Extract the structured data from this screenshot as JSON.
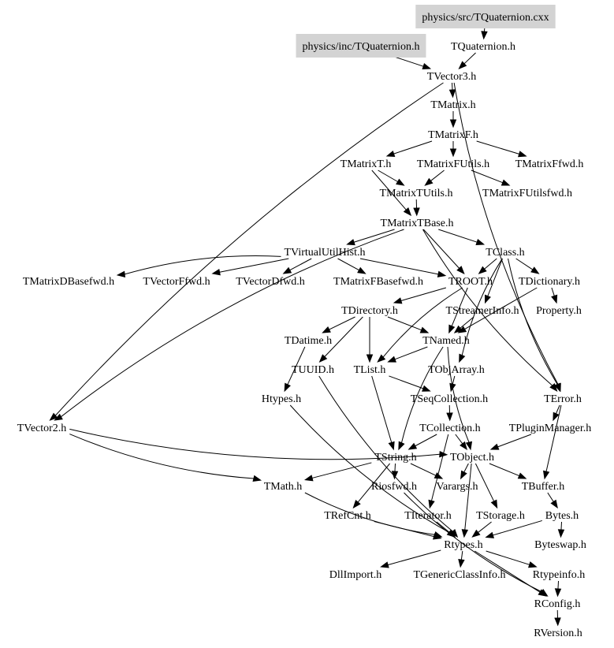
{
  "title": "physics/src/TQuaternion.cxx include dependency graph",
  "colors": {
    "highlight_box": "#d3d3d3",
    "line": "#000000",
    "background": "#ffffff"
  },
  "nodes": [
    {
      "id": "qcxx",
      "label": "physics/src/TQuaternion.cxx",
      "highlighted": true
    },
    {
      "id": "qinc",
      "label": "physics/inc/TQuaternion.h",
      "highlighted": true
    },
    {
      "id": "qh",
      "label": "TQuaternion.h"
    },
    {
      "id": "v3",
      "label": "TVector3.h"
    },
    {
      "id": "mat",
      "label": "TMatrix.h"
    },
    {
      "id": "matf",
      "label": "TMatrixF.h"
    },
    {
      "id": "matt",
      "label": "TMatrixT.h"
    },
    {
      "id": "matfu",
      "label": "TMatrixFUtils.h"
    },
    {
      "id": "matffwd",
      "label": "TMatrixFfwd.h"
    },
    {
      "id": "mattu",
      "label": "TMatrixTUtils.h"
    },
    {
      "id": "matfufwd",
      "label": "TMatrixFUtilsfwd.h"
    },
    {
      "id": "mattb",
      "label": "TMatrixTBase.h"
    },
    {
      "id": "vuh",
      "label": "TVirtualUtilHist.h"
    },
    {
      "id": "tclass",
      "label": "TClass.h"
    },
    {
      "id": "mdbf",
      "label": "TMatrixDBasefwd.h"
    },
    {
      "id": "vff",
      "label": "TVectorFfwd.h"
    },
    {
      "id": "vdf",
      "label": "TVectorDfwd.h"
    },
    {
      "id": "mfbf",
      "label": "TMatrixFBasefwd.h"
    },
    {
      "id": "troot",
      "label": "TROOT.h"
    },
    {
      "id": "tdict",
      "label": "TDictionary.h"
    },
    {
      "id": "tdir",
      "label": "TDirectory.h"
    },
    {
      "id": "tsi",
      "label": "TStreamerInfo.h"
    },
    {
      "id": "prop",
      "label": "Property.h"
    },
    {
      "id": "tdat",
      "label": "TDatime.h"
    },
    {
      "id": "tnamed",
      "label": "TNamed.h"
    },
    {
      "id": "tuuid",
      "label": "TUUID.h"
    },
    {
      "id": "tlist",
      "label": "TList.h"
    },
    {
      "id": "toa",
      "label": "TObjArray.h"
    },
    {
      "id": "htypes",
      "label": "Htypes.h"
    },
    {
      "id": "tseq",
      "label": "TSeqCollection.h"
    },
    {
      "id": "terr",
      "label": "TError.h"
    },
    {
      "id": "v2",
      "label": "TVector2.h"
    },
    {
      "id": "tcoll",
      "label": "TCollection.h"
    },
    {
      "id": "tpm",
      "label": "TPluginManager.h"
    },
    {
      "id": "tstr",
      "label": "TString.h"
    },
    {
      "id": "tobj",
      "label": "TObject.h"
    },
    {
      "id": "tmath",
      "label": "TMath.h"
    },
    {
      "id": "rios",
      "label": "Riosfwd.h"
    },
    {
      "id": "varg",
      "label": "Varargs.h"
    },
    {
      "id": "tbuf",
      "label": "TBuffer.h"
    },
    {
      "id": "trc",
      "label": "TRefCnt.h"
    },
    {
      "id": "titer",
      "label": "TIterator.h"
    },
    {
      "id": "tstor",
      "label": "TStorage.h"
    },
    {
      "id": "bytes",
      "label": "Bytes.h"
    },
    {
      "id": "rtypes",
      "label": "Rtypes.h"
    },
    {
      "id": "bswap",
      "label": "Byteswap.h"
    },
    {
      "id": "dll",
      "label": "DllImport.h"
    },
    {
      "id": "tgci",
      "label": "TGenericClassInfo.h"
    },
    {
      "id": "rti",
      "label": "Rtypeinfo.h"
    },
    {
      "id": "rconf",
      "label": "RConfig.h"
    },
    {
      "id": "rver",
      "label": "RVersion.h"
    }
  ],
  "edges": [
    [
      "qcxx",
      "qh"
    ],
    [
      "qinc",
      "v3"
    ],
    [
      "qh",
      "v3"
    ],
    [
      "v3",
      "mat"
    ],
    [
      "v3",
      "v2"
    ],
    [
      "v3",
      "terr"
    ],
    [
      "mat",
      "matf"
    ],
    [
      "matf",
      "matt"
    ],
    [
      "matf",
      "matfu"
    ],
    [
      "matf",
      "matffwd"
    ],
    [
      "matt",
      "mattu"
    ],
    [
      "matt",
      "mattb"
    ],
    [
      "matfu",
      "mattu"
    ],
    [
      "matfu",
      "matfufwd"
    ],
    [
      "mattu",
      "mattb"
    ],
    [
      "mattb",
      "vuh"
    ],
    [
      "mattb",
      "tclass"
    ],
    [
      "mattb",
      "troot"
    ],
    [
      "mattb",
      "v2"
    ],
    [
      "mattb",
      "terr"
    ],
    [
      "vuh",
      "mdbf"
    ],
    [
      "vuh",
      "vff"
    ],
    [
      "vuh",
      "vdf"
    ],
    [
      "vuh",
      "mfbf"
    ],
    [
      "vuh",
      "troot"
    ],
    [
      "tclass",
      "troot"
    ],
    [
      "tclass",
      "tdict"
    ],
    [
      "tclass",
      "tsi"
    ],
    [
      "tclass",
      "toa"
    ],
    [
      "tclass",
      "terr"
    ],
    [
      "troot",
      "tdir"
    ],
    [
      "troot",
      "tlist"
    ],
    [
      "troot",
      "tnamed"
    ],
    [
      "tdict",
      "prop"
    ],
    [
      "tdict",
      "tnamed"
    ],
    [
      "tdir",
      "tdat"
    ],
    [
      "tdir",
      "tnamed"
    ],
    [
      "tdir",
      "tuuid"
    ],
    [
      "tdir",
      "tlist"
    ],
    [
      "tsi",
      "tnamed"
    ],
    [
      "tdat",
      "htypes"
    ],
    [
      "tnamed",
      "tlist"
    ],
    [
      "tnamed",
      "tstr"
    ],
    [
      "tnamed",
      "tobj"
    ],
    [
      "tlist",
      "tseq"
    ],
    [
      "tlist",
      "tstr"
    ],
    [
      "toa",
      "tseq"
    ],
    [
      "tseq",
      "tcoll"
    ],
    [
      "tcoll",
      "tstr"
    ],
    [
      "tcoll",
      "tobj"
    ],
    [
      "tcoll",
      "titer"
    ],
    [
      "tpm",
      "tobj"
    ],
    [
      "terr",
      "tpm"
    ],
    [
      "terr",
      "tbuf"
    ],
    [
      "v2",
      "tmath"
    ],
    [
      "v2",
      "tobj"
    ],
    [
      "tstr",
      "tmath"
    ],
    [
      "tstr",
      "rios"
    ],
    [
      "tstr",
      "trc"
    ],
    [
      "tstr",
      "varg"
    ],
    [
      "tobj",
      "varg"
    ],
    [
      "tobj",
      "tstor"
    ],
    [
      "tobj",
      "rtypes"
    ],
    [
      "tobj",
      "tbuf"
    ],
    [
      "tbuf",
      "bytes"
    ],
    [
      "tmath",
      "rtypes"
    ],
    [
      "htypes",
      "rtypes"
    ],
    [
      "tuuid",
      "rtypes"
    ],
    [
      "trc",
      "rtypes"
    ],
    [
      "titer",
      "rtypes"
    ],
    [
      "tstor",
      "rtypes"
    ],
    [
      "bytes",
      "rtypes"
    ],
    [
      "bytes",
      "bswap"
    ],
    [
      "rios",
      "rconf"
    ],
    [
      "rtypes",
      "dll"
    ],
    [
      "rtypes",
      "tgci"
    ],
    [
      "rtypes",
      "rti"
    ],
    [
      "rtypes",
      "rconf"
    ],
    [
      "rti",
      "rconf"
    ],
    [
      "rconf",
      "rver"
    ]
  ]
}
